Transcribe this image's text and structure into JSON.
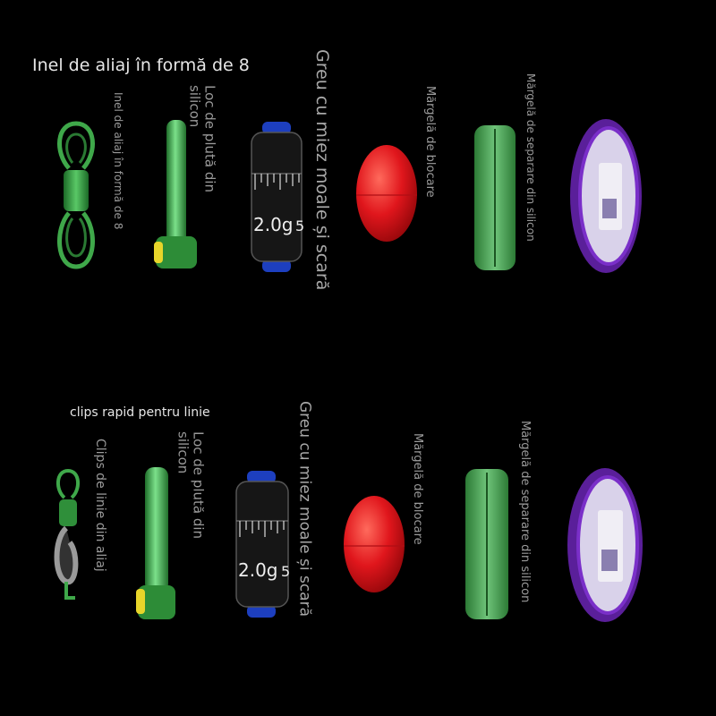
{
  "top": {
    "heading": "Inel de aliaj în formă de 8",
    "labels": {
      "swivel": "Inel de aliaj în formă de 8",
      "float_seat": [
        "Loc de plută din",
        "silicon"
      ],
      "sinker": [
        "Greu cu miez moale și scară"
      ],
      "stop_bead": "Mărgelă de blocare",
      "separator": "Mărgelă de separare din silicon"
    },
    "sinker_weight": "2.0g",
    "sinker_mark": "5"
  },
  "bottom": {
    "heading": "clips rapid pentru linie",
    "labels": {
      "clip": "Clips de linie din aliaj",
      "float_seat": [
        "Loc de plută din",
        "silicon"
      ],
      "sinker": [
        "Greu cu miez moale și scară"
      ],
      "stop_bead": "Mărgelă de blocare",
      "separator": "Mărgelă de separare din silicon"
    },
    "sinker_weight": "2.0g",
    "sinker_mark": "5"
  },
  "colors": {
    "green": "#3fa84a",
    "green_dark": "#1f6e2a",
    "red": "#e0161c",
    "purple": "#7a2fc9",
    "blue_cap": "#1d3fbf",
    "yellow": "#e8d52a"
  }
}
